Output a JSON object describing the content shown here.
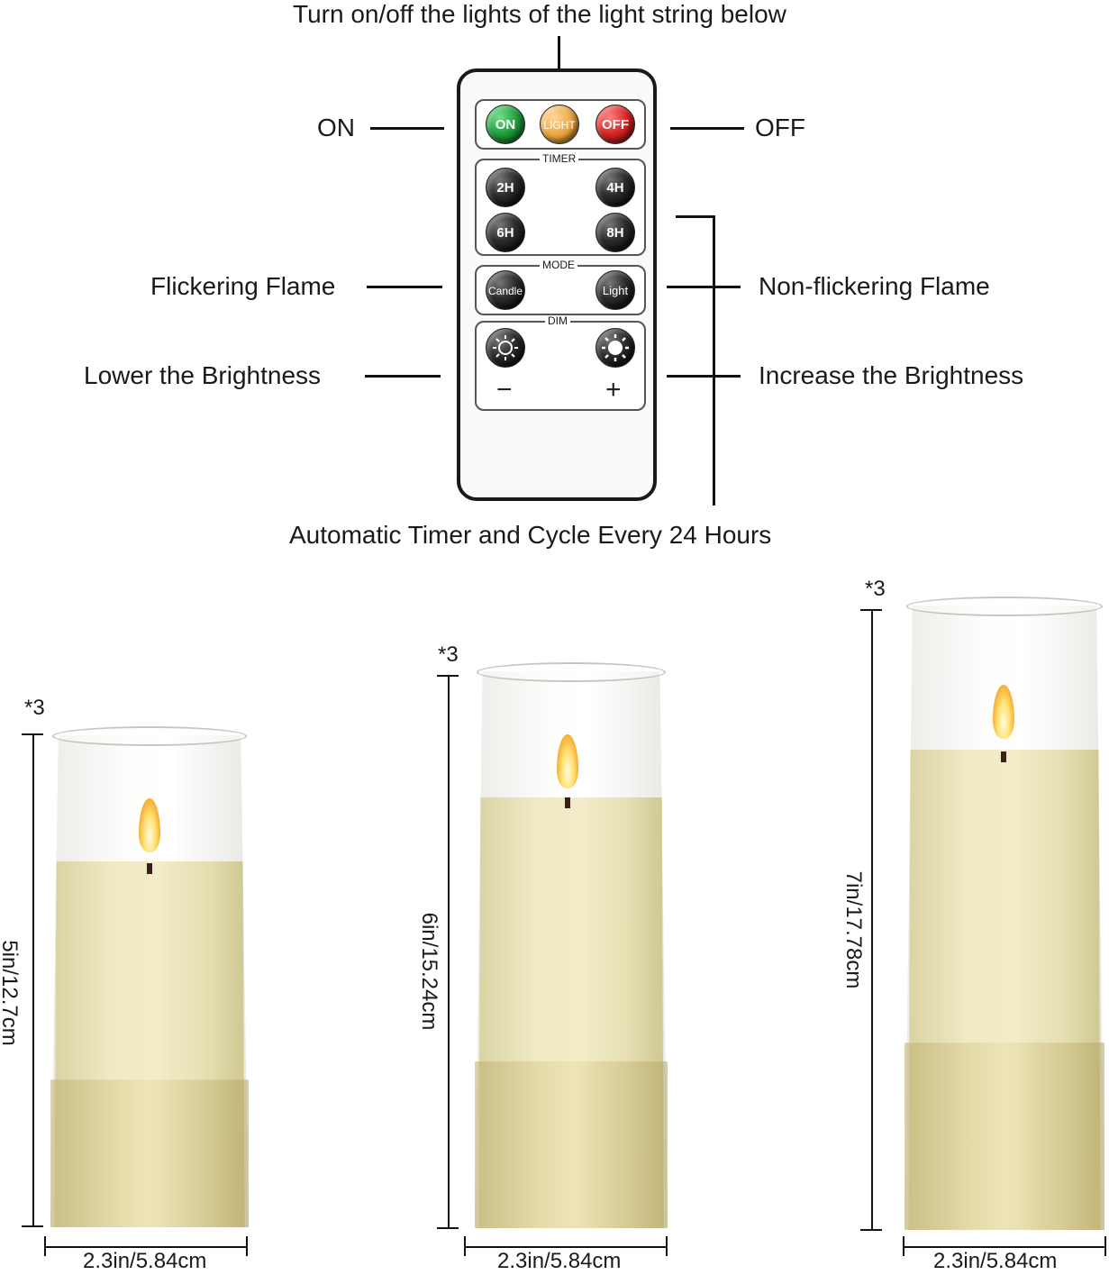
{
  "top_label": "Turn on/off the lights of the light string below",
  "bottom_label": "Automatic Timer and Cycle Every 24 Hours",
  "callouts": {
    "on": "ON",
    "off": "OFF",
    "flickering": "Flickering Flame",
    "non_flickering": "Non-flickering Flame",
    "lower": "Lower the Brightness",
    "increase": "Increase the Brightness"
  },
  "remote": {
    "power": {
      "on": "ON",
      "light": "LIGHT",
      "off": "OFF"
    },
    "timer": {
      "title": "TIMER",
      "buttons": [
        "2H",
        "4H",
        "6H",
        "8H"
      ]
    },
    "mode": {
      "title": "MODE",
      "candle": "Candle",
      "light": "Light"
    },
    "dim": {
      "title": "DIM",
      "minus": "−",
      "plus": "+"
    },
    "colors": {
      "on": "#1e9a3a",
      "light": "#e8a43a",
      "off": "#d42323"
    }
  },
  "candles": [
    {
      "multiplier": "*3",
      "height": "5in/12.7cm",
      "width": "2.3in/5.84cm"
    },
    {
      "multiplier": "*3",
      "height": "6in/15.24cm",
      "width": "2.3in/5.84cm"
    },
    {
      "multiplier": "*3",
      "height": "7in/17.78cm",
      "width": "2.3in/5.84cm"
    }
  ]
}
